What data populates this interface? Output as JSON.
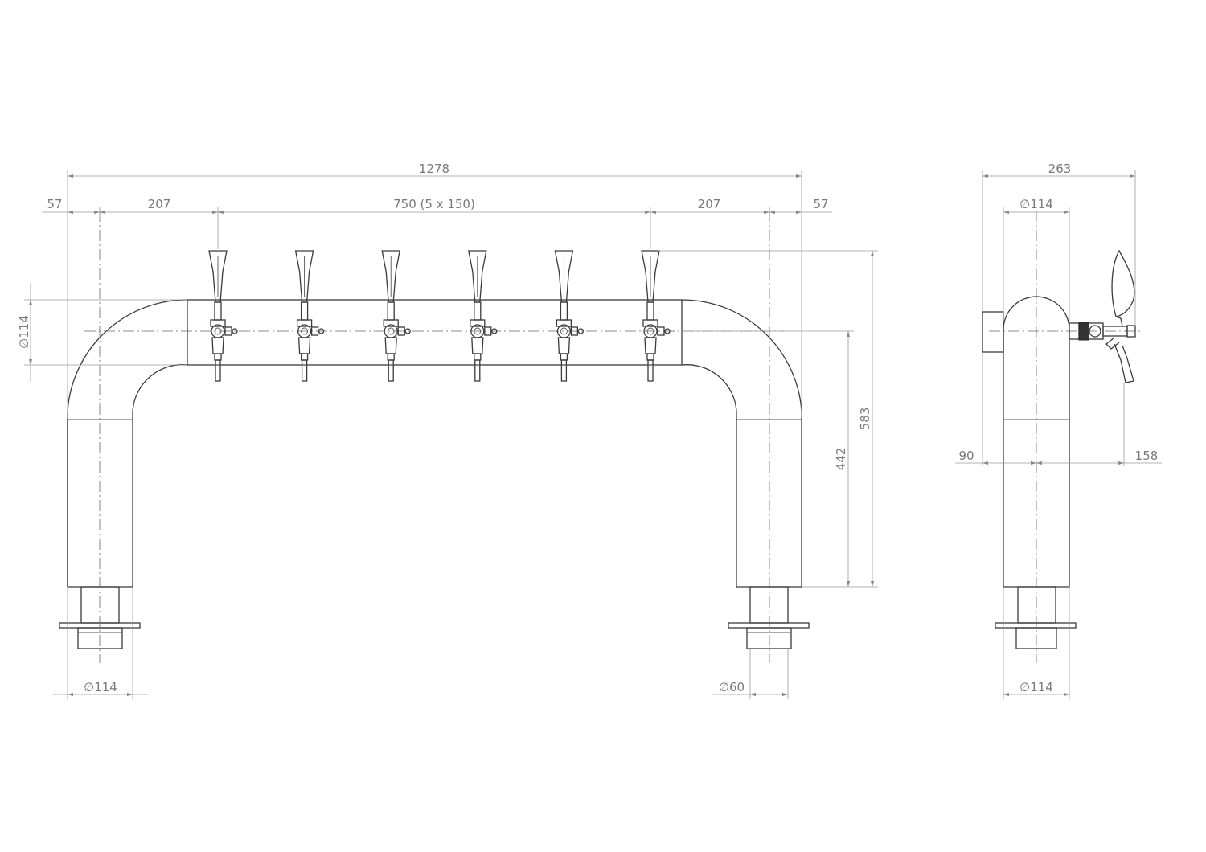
{
  "dimensions": {
    "overall_width": "1278",
    "left_offset": "57",
    "left_span": "207",
    "tap_spacing": "750 (5 x 150)",
    "right_span": "207",
    "right_offset": "57",
    "column_diameter": "∅114",
    "height_to_axis": "442",
    "total_height": "583",
    "base_diameter": "∅114",
    "thread_diameter": "∅60",
    "side_depth": "263",
    "side_diameter": "∅114",
    "side_rear": "90",
    "side_front": "158",
    "side_base_diameter": "∅114"
  },
  "taps": {
    "count": 6
  }
}
